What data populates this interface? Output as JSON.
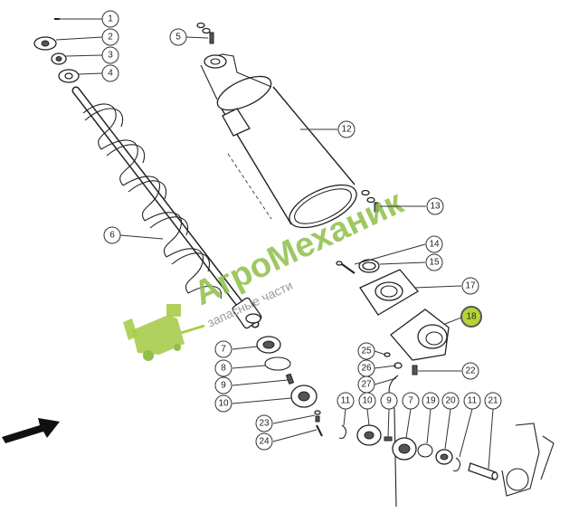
{
  "watermark": {
    "brand": "АгроМеханик",
    "subtitle": "запасные части",
    "colors": {
      "green": "#8fbf4a",
      "gray": "#9a9a9a"
    }
  },
  "highlight": {
    "part": "18",
    "color": "#b6d43a"
  },
  "callouts": [
    {
      "id": "1",
      "label": "1"
    },
    {
      "id": "2",
      "label": "2"
    },
    {
      "id": "3",
      "label": "3"
    },
    {
      "id": "4",
      "label": "4"
    },
    {
      "id": "5",
      "label": "5"
    },
    {
      "id": "6",
      "label": "6"
    },
    {
      "id": "12",
      "label": "12"
    },
    {
      "id": "13",
      "label": "13"
    },
    {
      "id": "14",
      "label": "14"
    },
    {
      "id": "15",
      "label": "15"
    },
    {
      "id": "17",
      "label": "17"
    },
    {
      "id": "18",
      "label": "18"
    },
    {
      "id": "7a",
      "label": "7"
    },
    {
      "id": "8",
      "label": "8"
    },
    {
      "id": "9a",
      "label": "9"
    },
    {
      "id": "10a",
      "label": "10"
    },
    {
      "id": "23",
      "label": "23"
    },
    {
      "id": "24",
      "label": "24"
    },
    {
      "id": "25",
      "label": "25"
    },
    {
      "id": "26",
      "label": "26"
    },
    {
      "id": "27",
      "label": "27"
    },
    {
      "id": "22",
      "label": "22"
    },
    {
      "id": "11a",
      "label": "11"
    },
    {
      "id": "10b",
      "label": "10"
    },
    {
      "id": "9b",
      "label": "9"
    },
    {
      "id": "7b",
      "label": "7"
    },
    {
      "id": "19",
      "label": "19"
    },
    {
      "id": "20",
      "label": "20"
    },
    {
      "id": "11b",
      "label": "11"
    },
    {
      "id": "21",
      "label": "21"
    }
  ]
}
